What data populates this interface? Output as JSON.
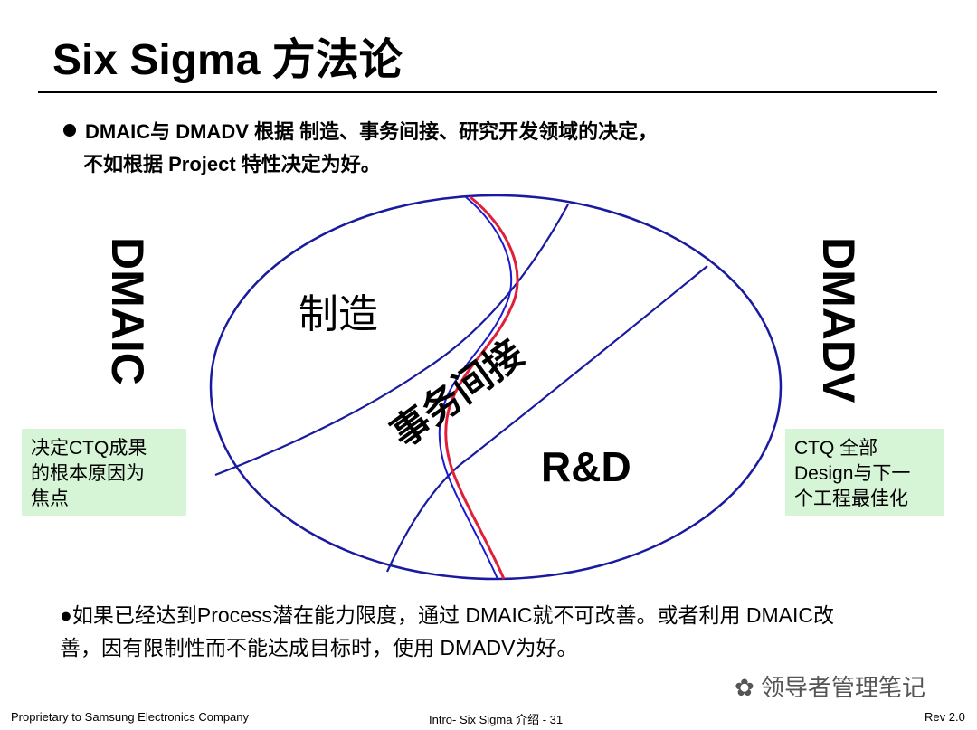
{
  "title": "Six Sigma 方法论",
  "bullet1": {
    "line1": "DMAIC与 DMADV 根据 制造、事务间接、研究开发领域的决定，",
    "line2": "不如根据 Project 特性决定为好。"
  },
  "side_labels": {
    "left": "DMAIC",
    "right": "DMADV"
  },
  "diagram": {
    "region_manufacturing": "制造",
    "region_transactional": "事务间接",
    "region_rd": "R&D",
    "colors": {
      "ellipse": "#1a1aa0",
      "curve_red": "#e0203a",
      "curve_blue": "#1a1ad0"
    }
  },
  "notes": {
    "left": [
      "决定CTQ成果",
      "的根本原因为",
      "焦点"
    ],
    "right": [
      "CTQ 全部",
      "Design与下一",
      "个工程最佳化"
    ]
  },
  "bullet2": "●如果已经达到Process潜在能力限度，通过 DMAIC就不可改善。或者利用 DMAIC改善，因有限制性而不能达成目标时，使用 DMADV为好。",
  "watermark": "领导者管理笔记",
  "footer": {
    "left": "Proprietary to Samsung Electronics Company",
    "center": "Intro- Six Sigma 介绍 - 31",
    "right": "Rev 2.0"
  }
}
